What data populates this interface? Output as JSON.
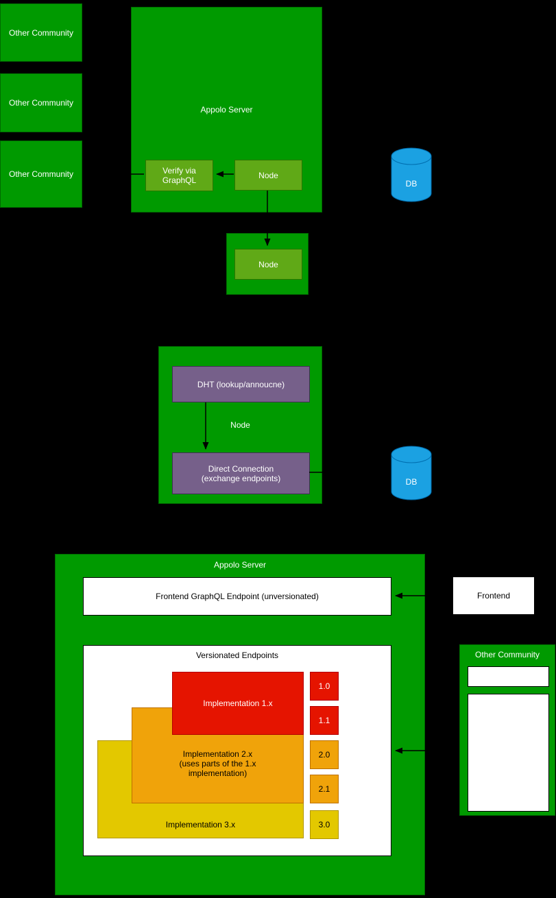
{
  "diagram": {
    "top": {
      "other_communities": [
        {
          "label": "Other Community"
        },
        {
          "label": "Other Community"
        },
        {
          "label": "Other Community"
        }
      ],
      "appolo_server": {
        "title": "Appolo Server",
        "verify_label": "Verify via\nGraphQL",
        "node_label": "Node"
      },
      "standalone_node": {
        "label": "Node"
      },
      "db_label": "DB"
    },
    "middle": {
      "node_group": {
        "title": "Node",
        "dht_label": "DHT (lookup/annoucne)",
        "direct_label": "Direct Connection\n(exchange endpoints)"
      },
      "db_label": "DB"
    },
    "bottom": {
      "appolo_server": {
        "title": "Appolo Server",
        "frontend_endpoint_label": "Frontend GraphQL Endpoint (unversionated)",
        "versionated": {
          "title": "Versionated Endpoints",
          "impl1_label": "Implementation 1.x",
          "impl2_label": "Implementation 2.x\n(uses parts of the 1.x\nimplementation)",
          "impl3_label": "Implementation 3.x",
          "versions": [
            {
              "label": "1.0"
            },
            {
              "label": "1.1"
            },
            {
              "label": "2.0"
            },
            {
              "label": "2.1"
            },
            {
              "label": "3.0"
            }
          ]
        }
      },
      "frontend_label": "Frontend",
      "other_community": {
        "title": "Other Community"
      }
    },
    "colors": {
      "background": "#000000",
      "green": "#009a00",
      "light_green": "#60a917",
      "purple": "#76608a",
      "blue": "#1ba1e2",
      "red": "#e51400",
      "orange": "#f0a30a",
      "yellow": "#e3c800",
      "connector": "#000000"
    }
  }
}
